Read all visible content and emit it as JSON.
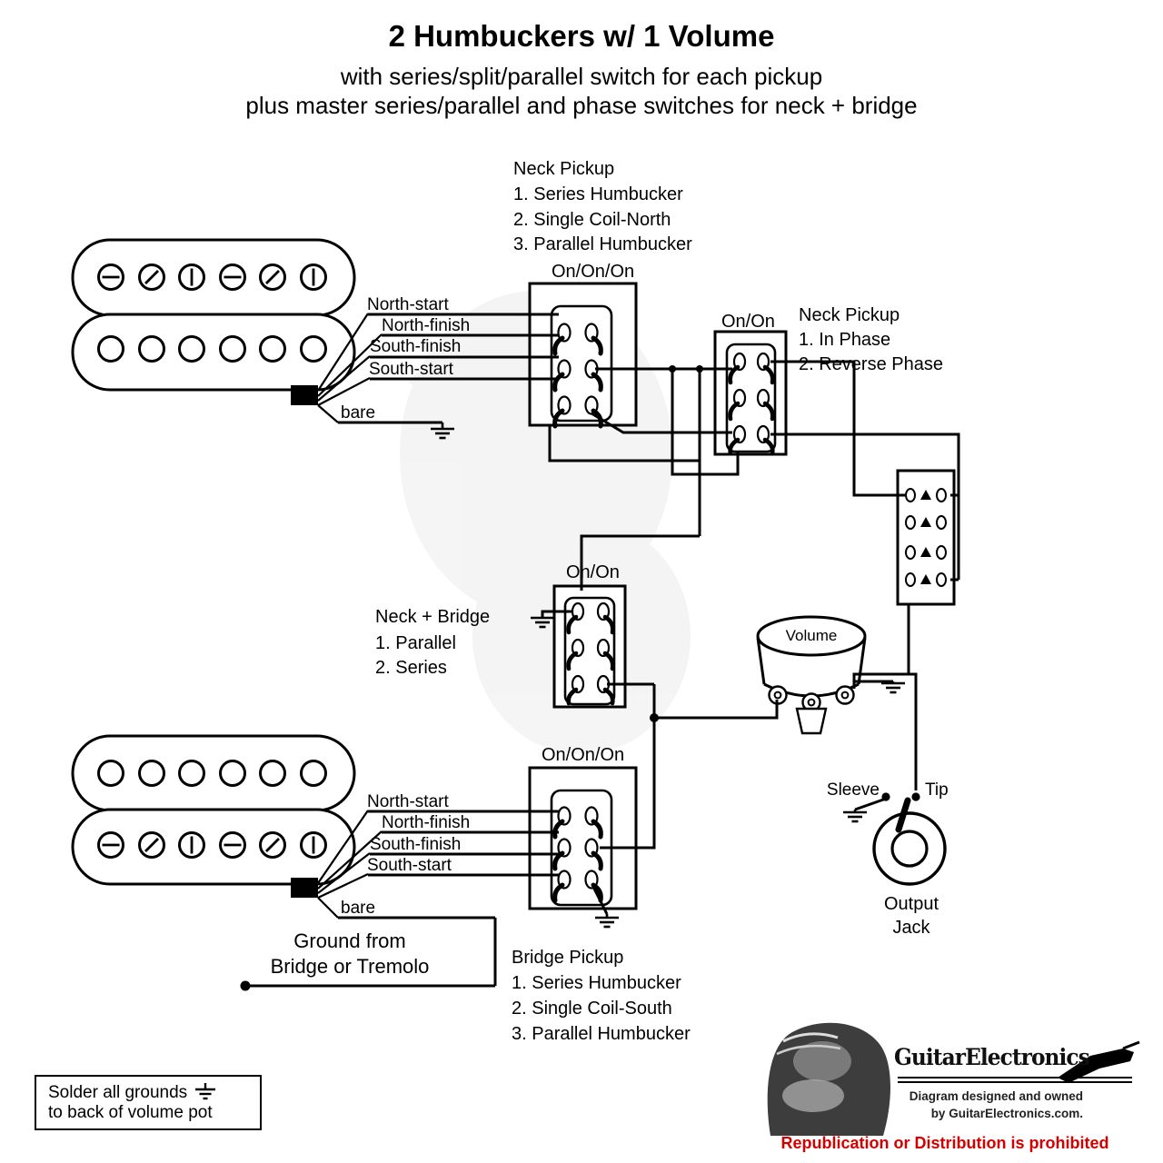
{
  "title": "2 Humbuckers w/ 1 Volume",
  "subtitle1": "with series/split/parallel switch for each pickup",
  "subtitle2": "plus master series/parallel and phase switches for neck + bridge",
  "neck_switch": {
    "type": "On/On/On",
    "heading": "Neck Pickup",
    "options": [
      "1. Series Humbucker",
      "2. Single Coil-North",
      "3. Parallel Humbucker"
    ]
  },
  "phase_switch": {
    "type": "On/On",
    "heading": "Neck Pickup",
    "options": [
      "1. In Phase",
      "2. Reverse Phase"
    ]
  },
  "series_parallel_switch": {
    "type": "On/On",
    "heading": "Neck + Bridge",
    "options": [
      "1. Parallel",
      "2. Series"
    ]
  },
  "bridge_switch": {
    "type": "On/On/On",
    "heading": "Bridge Pickup",
    "options": [
      "1. Series Humbucker",
      "2. Single Coil-South",
      "3. Parallel Humbucker"
    ]
  },
  "neck_pickup": {
    "wires": [
      "North-start",
      "North-finish",
      "South-finish",
      "South-start",
      "bare"
    ]
  },
  "bridge_pickup": {
    "wires": [
      "North-start",
      "North-finish",
      "South-finish",
      "South-start",
      "bare"
    ]
  },
  "ground_note": {
    "line1": "Ground from",
    "line2": "Bridge or Tremolo"
  },
  "volume_pot": {
    "label": "Volume"
  },
  "output_jack": {
    "sleeve": "Sleeve",
    "tip": "Tip",
    "caption_line1": "Output",
    "caption_line2": "Jack"
  },
  "solder_note": {
    "line1": "Solder all grounds",
    "line2": "to back of volume pot"
  },
  "branding": {
    "logo": "GuitarElectronics",
    "designed_line": "Diagram designed and owned",
    "by_line": "by GuitarElectronics.com.",
    "prohibited_line": "Republication or Distribution is prohibited"
  },
  "colors": {
    "wire": "#000000",
    "warning_red": "#d40000",
    "portrait_dark": "#3d3d3d"
  }
}
